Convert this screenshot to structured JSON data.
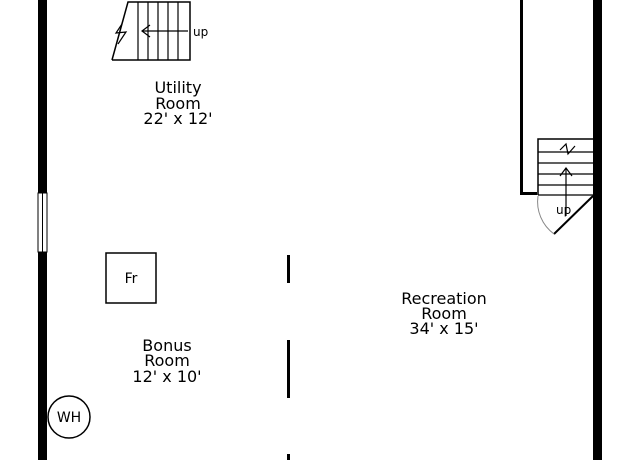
{
  "floor_plan": {
    "rooms": [
      {
        "id": "utility",
        "name_line1": "Utility",
        "name_line2": "Room",
        "dimensions": "22' x 12'"
      },
      {
        "id": "recreation",
        "name_line1": "Recreation",
        "name_line2": "Room",
        "dimensions": "34' x 15'"
      },
      {
        "id": "bonus",
        "name_line1": "Bonus",
        "name_line2": "Room",
        "dimensions": "12' x 10'"
      }
    ],
    "stairs": [
      {
        "id": "stairs-utility",
        "label": "up"
      },
      {
        "id": "stairs-right",
        "label": "up"
      }
    ],
    "fixtures": [
      {
        "id": "fridge",
        "label": "Fr"
      },
      {
        "id": "water-heater",
        "label": "WH"
      }
    ]
  }
}
